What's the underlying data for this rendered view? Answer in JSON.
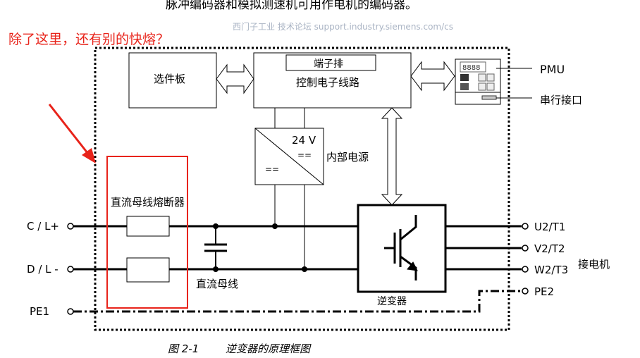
{
  "top_text": "脉冲编码器和模拟测速机可用作电机的编码器。",
  "annotation": "除了这里，还有别的快熔？",
  "options_board": "选件板",
  "terminal_strip": "端子排",
  "control_circuit": "控制电子线路",
  "pmu": "PMU",
  "pmu_display": "8888",
  "serial_port": "串行接口",
  "power_voltage": "24 V",
  "power_symbol": "==",
  "internal_power": "内部电源",
  "dc_fuse": "直流母线熔断器",
  "dc_bus": "直流母线",
  "inverter": "逆变器",
  "motor": "接电机",
  "inputs": [
    "C / L+",
    "D / L -",
    "PE1"
  ],
  "outputs": [
    "U2/T1",
    "V2/T2",
    "W2/T3",
    "PE2"
  ],
  "caption_num": "图 2-1",
  "caption_text": "逆变器的原理框图",
  "watermark": "西门子工业 技术论坛 support.industry.siemens.com/cs",
  "colors": {
    "annotation": "#e8231a",
    "line": "#000000"
  }
}
